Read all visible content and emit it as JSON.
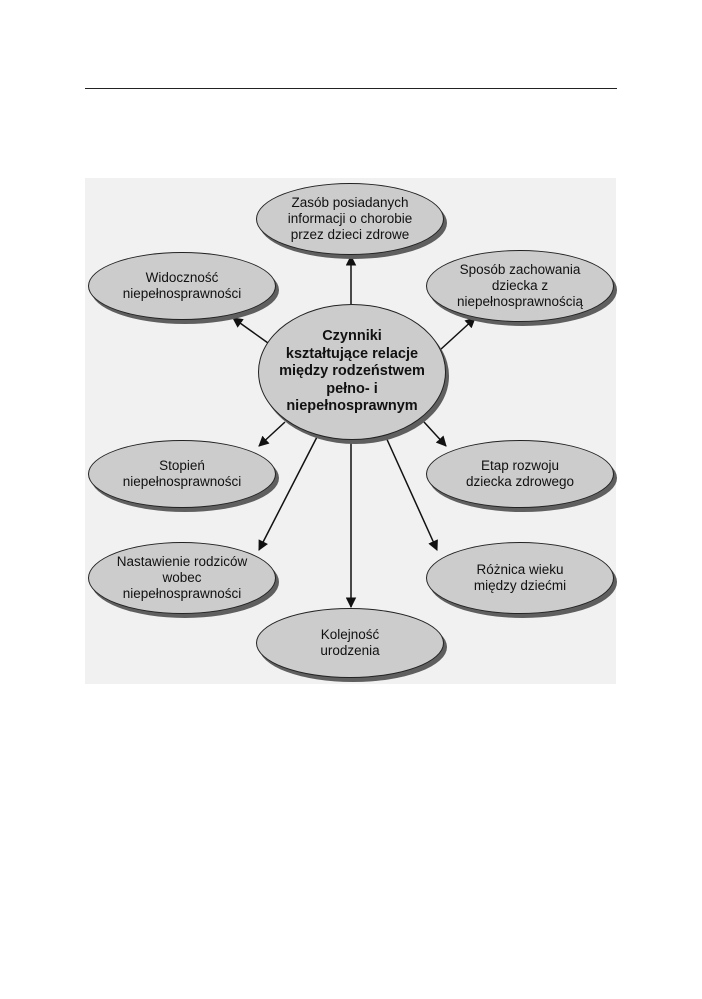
{
  "diagram": {
    "center": "Czynniki\nkształtujące relacje\nmiędzy rodzeństwem\npełno- i\nniepełnosprawnym",
    "nodes": {
      "information": "Zasób posiadanych\ninformacji o chorobie\nprzez dzieci zdrowe",
      "visibility": "Widoczność\nniepełnosprawności",
      "behavior": "Sposób zachowania\ndziecka z\nniepełnosprawnością",
      "degree": "Stopień\nniepełnosprawności",
      "stage": "Etap rozwoju\ndziecka zdrowego",
      "parents": "Nastawienie rodziców\nwobec\nniepełnosprawności",
      "age_difference": "Różnica wieku\nmiędzy dziećmi",
      "birth_order": "Kolejność\nurodzenia"
    },
    "colors": {
      "node_fill": "#cccccc",
      "node_shadow": "#5f5f5f",
      "panel": "#f1f1f1",
      "line": "#111111"
    }
  }
}
